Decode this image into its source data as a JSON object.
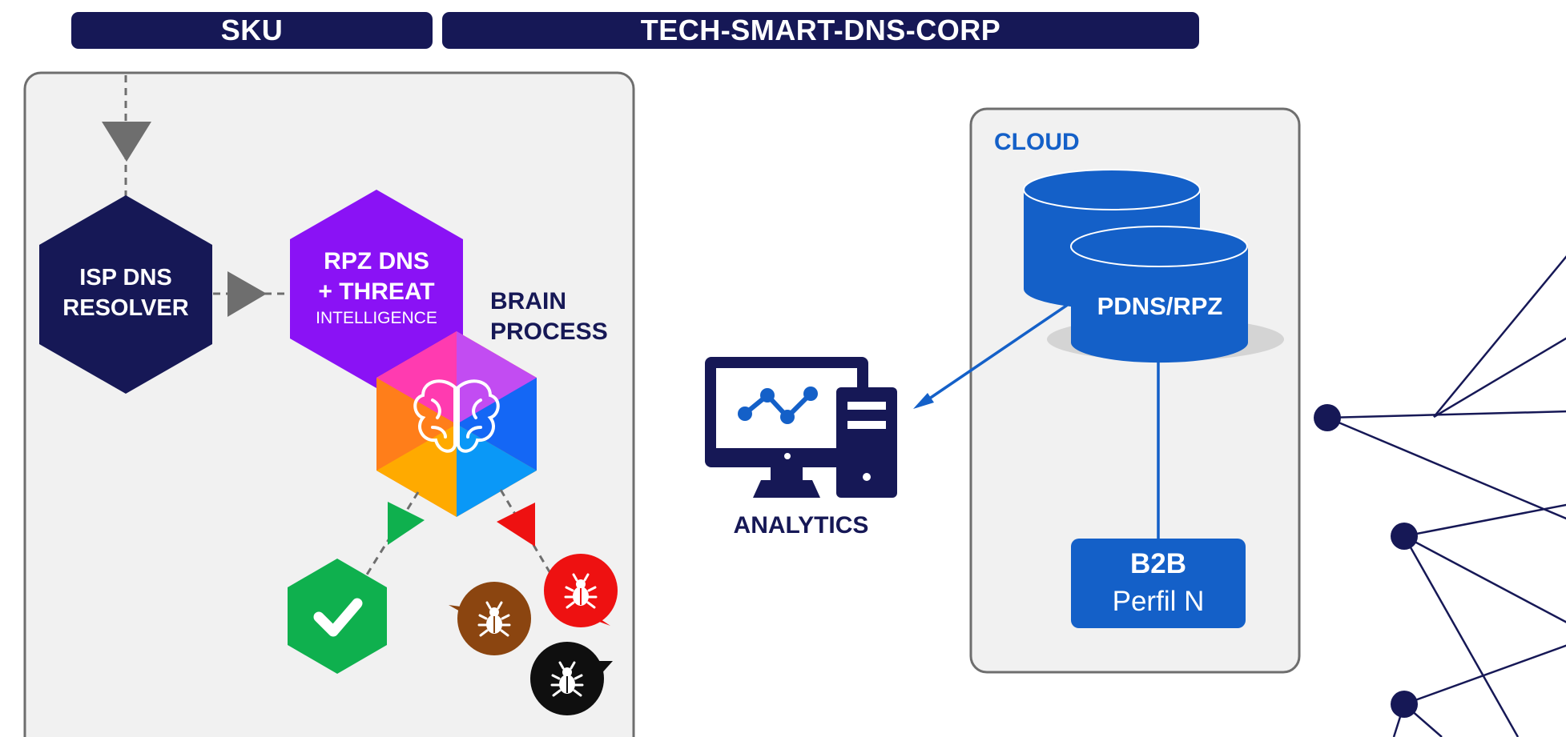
{
  "header": {
    "sku_label": "SKU",
    "product_label": "TECH-SMART-DNS-CORP"
  },
  "diagram": {
    "isp_resolver": {
      "line1": "ISP DNS",
      "line2": "RESOLVER"
    },
    "rpz": {
      "line1": "RPZ DNS",
      "line2": "+ THREAT",
      "line3": "INTELLIGENCE"
    },
    "brain": {
      "line1": "BRAIN",
      "line2": "PROCESS"
    },
    "analytics": "ANALYTICS",
    "cloud": "CLOUD",
    "database": "PDNS/RPZ",
    "b2b": {
      "line1": "B2B",
      "line2": "Perfil N"
    }
  },
  "colors": {
    "navy": "#161856",
    "purple": "#8a12f5",
    "blue": "#1460c8",
    "green": "#0fb04e",
    "red": "#ee1111",
    "brown": "#8b4510",
    "black": "#0f0f0f",
    "panel": "#f1f1f1",
    "gray": "#6e6e6e"
  },
  "icons": [
    "brain-icon",
    "checkmark-icon",
    "bug-icon",
    "computer-icon",
    "database-icon",
    "network-icon"
  ]
}
